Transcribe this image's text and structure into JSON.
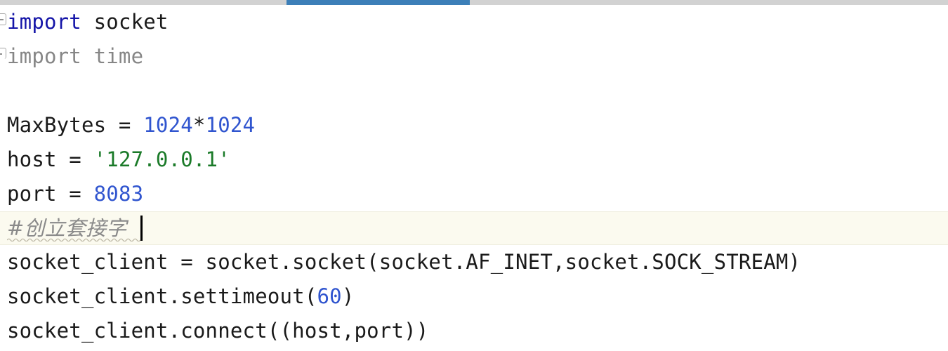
{
  "editor": {
    "language": "Python",
    "scrollbar": {
      "name": "horizontal-scrollbar",
      "thumb_color": "#3c7fb8",
      "track_color": "#d2d2d2"
    },
    "colors": {
      "background": "#ffffff",
      "foreground": "#1a1a1a",
      "keyword": "#1515a8",
      "number": "#3055cf",
      "string": "#1a7a28",
      "comment": "#8a8a8a",
      "unused_import": "#868686",
      "current_line_background": "#fbfaef",
      "caret": "#000000"
    },
    "caret": {
      "visible": true,
      "line_index": 5
    },
    "fold_markers": [
      {
        "label": "-",
        "state": "expanded",
        "line_index": 0
      },
      {
        "label": "end",
        "state": "region-end",
        "line_index": 1
      }
    ],
    "lines": [
      {
        "index": 0,
        "current": false,
        "tokens": [
          {
            "text": "import",
            "type": "kw"
          },
          {
            "text": " socket",
            "type": "plain"
          }
        ]
      },
      {
        "index": 1,
        "current": false,
        "tokens": [
          {
            "text": "import time",
            "type": "dim"
          }
        ]
      },
      {
        "index": 2,
        "current": false,
        "tokens": []
      },
      {
        "index": 3,
        "current": false,
        "tokens": [
          {
            "text": "MaxBytes = ",
            "type": "plain"
          },
          {
            "text": "1024",
            "type": "num"
          },
          {
            "text": "*",
            "type": "plain"
          },
          {
            "text": "1024",
            "type": "num"
          }
        ]
      },
      {
        "index": 4,
        "current": false,
        "tokens": [
          {
            "text": "host = ",
            "type": "plain"
          },
          {
            "text": "'127.0.0.1'",
            "type": "str"
          }
        ]
      },
      {
        "index": 5,
        "current": false,
        "tokens": [
          {
            "text": "port = ",
            "type": "plain"
          },
          {
            "text": "8083",
            "type": "num"
          }
        ]
      },
      {
        "index": 6,
        "current": true,
        "tokens": [
          {
            "text": "#创立套接字",
            "type": "comment"
          }
        ]
      },
      {
        "index": 7,
        "current": false,
        "tokens": [
          {
            "text": "socket_client = socket.socket(socket.AF_INET,socket.SOCK_STREAM)",
            "type": "plain"
          }
        ]
      },
      {
        "index": 8,
        "current": false,
        "tokens": [
          {
            "text": "socket_client.settimeout(",
            "type": "plain"
          },
          {
            "text": "60",
            "type": "num"
          },
          {
            "text": ")",
            "type": "plain"
          }
        ]
      },
      {
        "index": 9,
        "current": false,
        "tokens": [
          {
            "text": "socket_client.connect((host,port))",
            "type": "plain"
          }
        ]
      }
    ]
  }
}
